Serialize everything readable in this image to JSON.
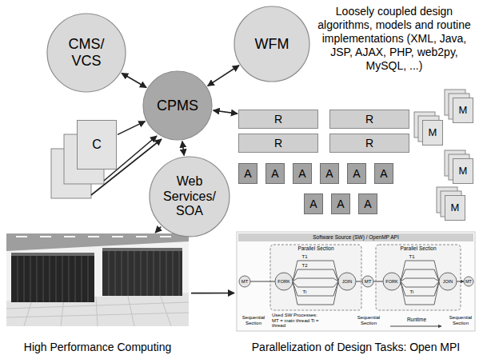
{
  "diagram": {
    "nodes": [
      {
        "text": [
          "CMS/ VCS"
        ]
      },
      {
        "text": [
          "WFM"
        ]
      },
      {
        "text": [
          "CPMS"
        ]
      },
      {
        "text": [
          "R"
        ]
      },
      {
        "text": [
          "R"
        ]
      },
      {
        "text": [
          "R"
        ]
      },
      {
        "text": [
          "R"
        ]
      },
      {
        "text": [
          "C"
        ]
      },
      {
        "text": [
          "Web Services/ SOA"
        ]
      },
      {
        "text": [
          "A"
        ]
      },
      {
        "text": [
          "A"
        ]
      },
      {
        "text": [
          "A"
        ]
      },
      {
        "text": [
          "A"
        ]
      },
      {
        "text": [
          "A"
        ]
      },
      {
        "text": [
          "A"
        ]
      },
      {
        "text": [
          "A"
        ]
      },
      {
        "text": [
          "A"
        ]
      },
      {
        "text": [
          "A"
        ]
      },
      {
        "text": [
          "M"
        ]
      },
      {
        "text": [
          "M"
        ]
      },
      {
        "text": [
          "M"
        ]
      },
      {
        "text": [
          "M"
        ]
      },
      {
        "text": [
          "High Performance Computing"
        ]
      },
      {
        "text": [
          "Parallelization of Design Tasks: Open MPI"
        ]
      }
    ],
    "edges": [
      {
        "from": 0,
        "to": 2,
        "arrow": "both"
      },
      {
        "from": 1,
        "to": 2,
        "arrow": "both"
      },
      {
        "from": 7,
        "to": 2,
        "arrow": "to"
      },
      {
        "from": 2,
        "to": 3,
        "arrow": "both"
      },
      {
        "from": 2,
        "to": 8,
        "arrow": "both"
      },
      {
        "from": 8,
        "to": 22,
        "arrow": "to"
      },
      {
        "from": 22,
        "to": 23,
        "arrow": "to"
      }
    ],
    "labels": [
      "Loosely coupled design algorithms, models and routine implementations (XML, Java, JSP, AJAX, PHP, web2py, MySQL, ...)",
      "Software Source (SW) / OpenMP API",
      "Parallel Section",
      "Parallel Section",
      "MT",
      "FORK",
      "JOIN",
      "MT",
      "FORK",
      "JOIN",
      "MT",
      "T1",
      "T2",
      "Ti",
      "T1",
      "Ti",
      "Sequential Section",
      "Sequential Section",
      "Sequential Section",
      "Used SW Processes: MT = main thread Ti = thread",
      "Runtime"
    ]
  }
}
